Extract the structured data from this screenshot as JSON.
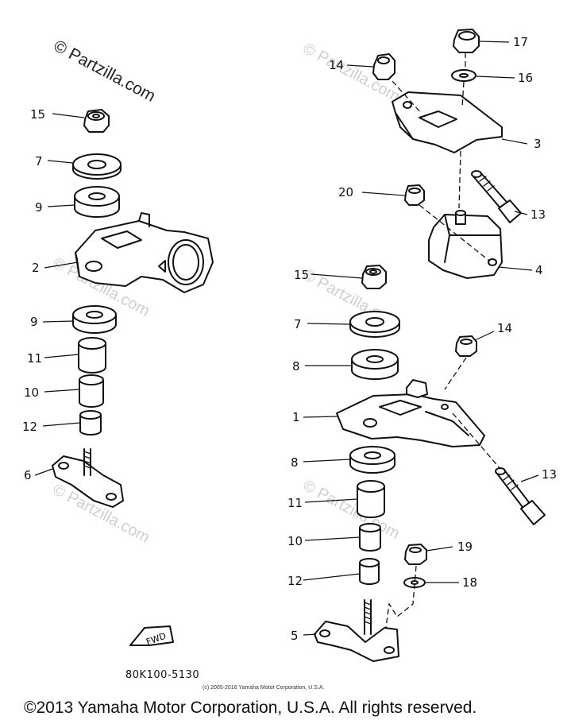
{
  "watermark": {
    "primary": "© Partzilla.com",
    "repeat": "© Partzilla.com"
  },
  "callouts": {
    "left": [
      "15",
      "7",
      "9",
      "2",
      "9",
      "11",
      "10",
      "12",
      "6"
    ],
    "right": [
      "17",
      "14",
      "16",
      "3",
      "20",
      "13",
      "4",
      "15",
      "7",
      "14",
      "8",
      "1",
      "8",
      "13",
      "11",
      "10",
      "19",
      "12",
      "18",
      "5"
    ]
  },
  "fwd_label": "FWD",
  "part_code": "80K100-5130",
  "small_copyright": "(c) 2005-2016 Yamaha Motor Corporation, U.S.A.",
  "main_copyright": "©2013 Yamaha Motor Corporation, U.S.A. All rights reserved."
}
